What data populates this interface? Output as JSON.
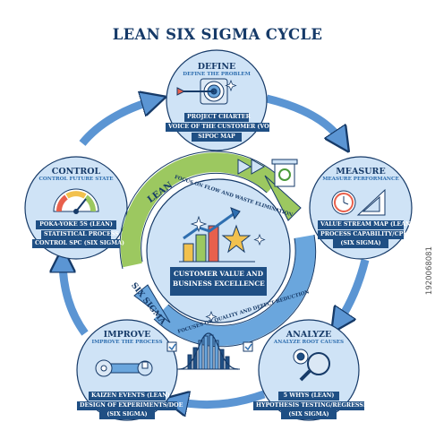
{
  "title": "LEAN SIX SIGMA CYCLE",
  "stock_id": "1920068081",
  "center": {
    "line1": "CUSTOMER VALUE AND",
    "line2": "BUSINESS EXCELLENCE",
    "lean_label": "LEAN",
    "lean_caption": "FOCUS ON FLOW AND WASTE ELIMINATION",
    "six_sigma_label": "SIX SIGMA",
    "six_sigma_caption": "FOCUSES ON QUALITY AND DEFECT REDUCTION"
  },
  "phases": {
    "define": {
      "title": "DEFINE",
      "subtitle": "DEFINE THE PROBLEM",
      "items": [
        "PROJECT CHARTER",
        "VOICE OF THE CUSTOMER (VOC)",
        "SIPOC MAP"
      ]
    },
    "measure": {
      "title": "MEASURE",
      "subtitle": "MEASURE PERFORMANCE",
      "items": [
        "VALUE STREAM MAP (LEAN)",
        "PROCESS CAPABILITY/CPK",
        "(SIX SIGMA)"
      ]
    },
    "analyze": {
      "title": "ANALYZE",
      "subtitle": "ANALYZE ROOT CAUSES",
      "items": [
        "5 WHYS (LEAN)",
        "HYPOTHESIS TESTING/REGRESSION",
        "(SIX SIGMA)"
      ]
    },
    "improve": {
      "title": "IMPROVE",
      "subtitle": "IMPROVE THE PROCESS",
      "items": [
        "KAIZEN EVENTS (LEAN)",
        "DESIGN OF EXPERIMENTS/DOE",
        "(SIX SIGMA)"
      ]
    },
    "control": {
      "title": "CONTROL",
      "subtitle": "CONTROL FUTURE STATE",
      "items": [
        "POKA-YOKE 5S (LEAN)",
        "STATISTICAL PROCESS",
        "CONTROL SPC (SIX SIGMA)"
      ]
    }
  },
  "colors": {
    "navy": "#163a68",
    "box": "#1f4f84",
    "circle_fill": "#cfe3f6",
    "arrow_blue": "#5b95d3",
    "lean_green": "#9cc860",
    "sigma_blue": "#6aa6dd"
  }
}
